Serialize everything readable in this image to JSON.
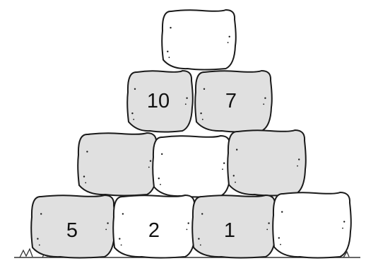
{
  "diagram": {
    "type": "number-pyramid",
    "colors": {
      "shaded": "#e0e0e0",
      "blank": "#ffffff",
      "outline": "#1a1a1a",
      "grass": "#333333"
    },
    "rows": [
      {
        "row": "top",
        "stones": [
          {
            "value": "",
            "shaded": false
          }
        ]
      },
      {
        "row": "second",
        "stones": [
          {
            "value": "10",
            "shaded": true
          },
          {
            "value": "7",
            "shaded": true
          }
        ]
      },
      {
        "row": "third",
        "stones": [
          {
            "value": "",
            "shaded": true
          },
          {
            "value": "",
            "shaded": false
          },
          {
            "value": "",
            "shaded": true
          }
        ]
      },
      {
        "row": "bottom",
        "stones": [
          {
            "value": "5",
            "shaded": true
          },
          {
            "value": "2",
            "shaded": false
          },
          {
            "value": "1",
            "shaded": true
          },
          {
            "value": "",
            "shaded": false
          }
        ]
      }
    ]
  }
}
